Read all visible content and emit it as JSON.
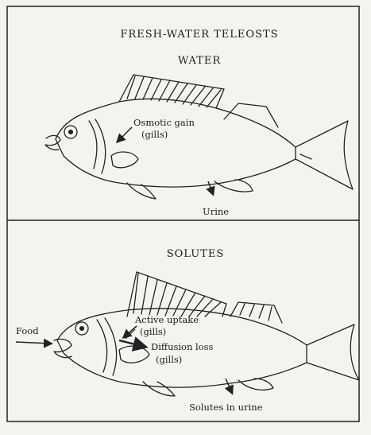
{
  "top_panel": {
    "title": "FRESH-WATER TELEOSTS",
    "subtitle": "WATER",
    "labels": {
      "osmotic_gain": "Osmotic gain",
      "osmotic_gain_site": "(gills)",
      "urine": "Urine"
    }
  },
  "bottom_panel": {
    "title": "SOLUTES",
    "labels": {
      "food": "Food",
      "active_uptake": "Active uptake",
      "active_uptake_site": "(gills)",
      "diffusion_loss": "Diffusion loss",
      "diffusion_loss_site": "(gills)",
      "solutes_in_urine": "Solutes in urine"
    }
  }
}
